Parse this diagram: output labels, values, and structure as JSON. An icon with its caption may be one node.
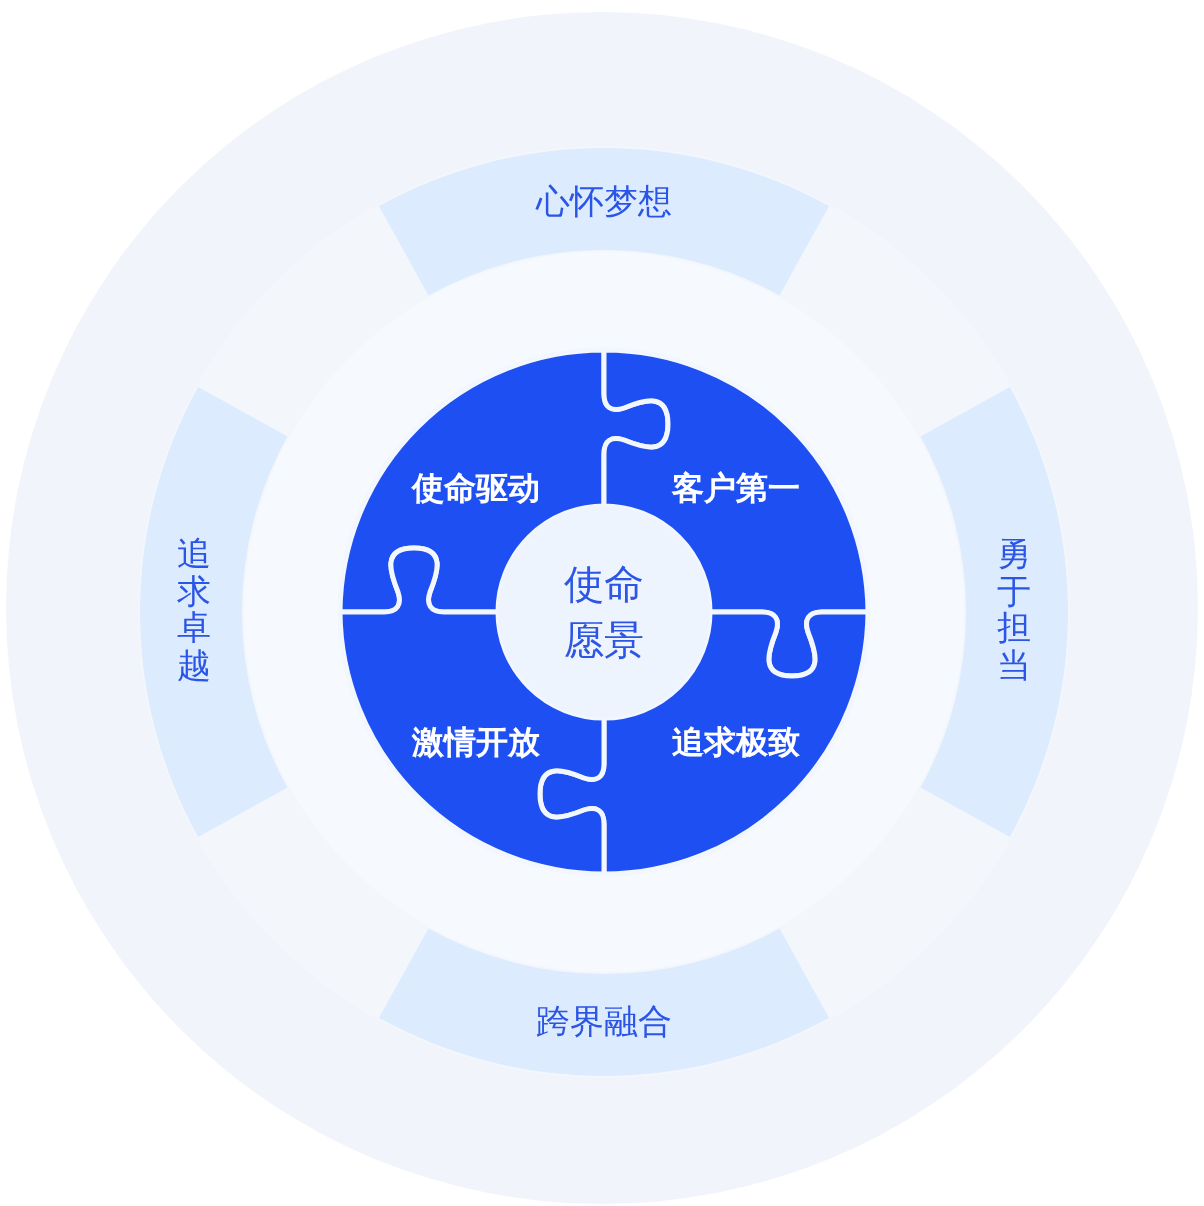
{
  "diagram": {
    "nodes": [
      {
        "text": [
          "心怀梦想"
        ]
      },
      {
        "text": [
          "勇于担当"
        ]
      },
      {
        "text": [
          "跨界融合"
        ]
      },
      {
        "text": [
          "追求卓越"
        ]
      },
      {
        "text": [
          "使命驱动"
        ]
      },
      {
        "text": [
          "客户第一"
        ]
      },
      {
        "text": [
          "追求极致"
        ]
      },
      {
        "text": [
          "激情开放"
        ]
      },
      {
        "text": [
          "使命愿景"
        ]
      }
    ]
  }
}
